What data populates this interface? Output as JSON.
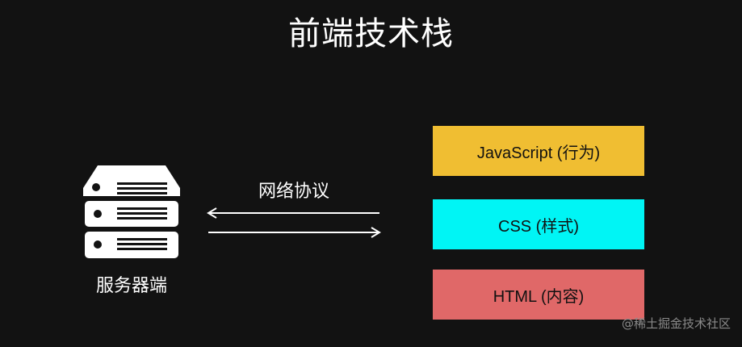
{
  "title": "前端技术栈",
  "server": {
    "icon": "server-stack-icon",
    "label": "服务器端"
  },
  "protocol": {
    "label": "网络协议",
    "arrows": [
      "arrow-left-icon",
      "arrow-right-icon"
    ]
  },
  "layers": [
    {
      "label": "JavaScript (行为)",
      "color": "#F0BE32"
    },
    {
      "label": "CSS (样式)",
      "color": "#00F5F5"
    },
    {
      "label": "HTML (内容)",
      "color": "#E06868"
    }
  ],
  "watermark": "@稀土掘金技术社区"
}
